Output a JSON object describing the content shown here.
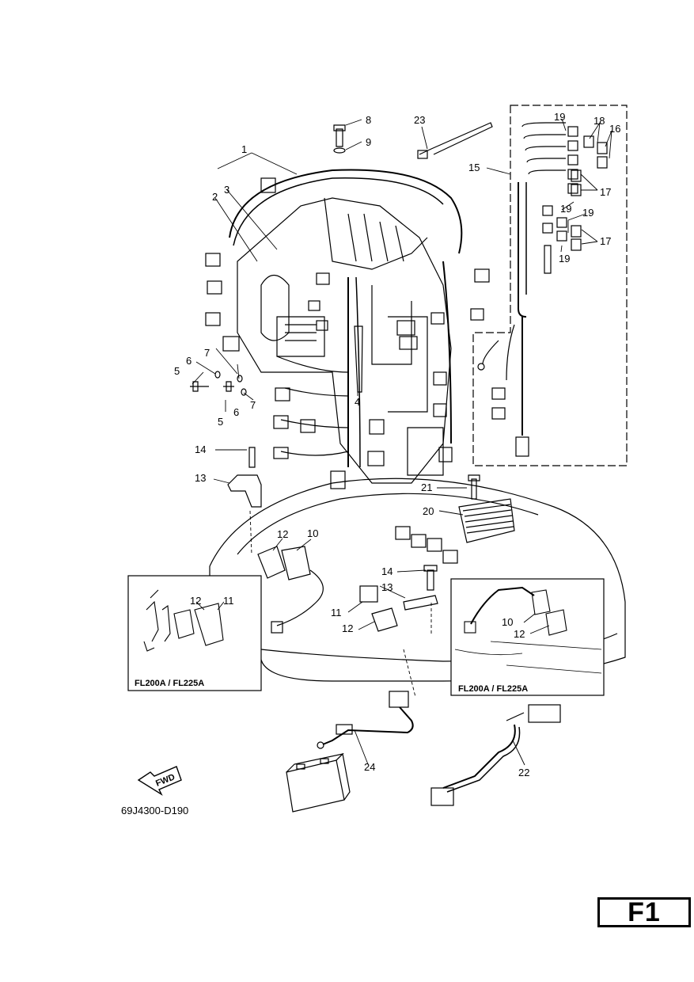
{
  "diagram": {
    "part_callouts": [
      {
        "id": "c1",
        "text": "1"
      },
      {
        "id": "c2",
        "text": "2"
      },
      {
        "id": "c3",
        "text": "3"
      },
      {
        "id": "c4",
        "text": "4"
      },
      {
        "id": "c5a",
        "text": "5"
      },
      {
        "id": "c5b",
        "text": "5"
      },
      {
        "id": "c6a",
        "text": "6"
      },
      {
        "id": "c6b",
        "text": "6"
      },
      {
        "id": "c7a",
        "text": "7"
      },
      {
        "id": "c7b",
        "text": "7"
      },
      {
        "id": "c8",
        "text": "8"
      },
      {
        "id": "c9",
        "text": "9"
      },
      {
        "id": "c10a",
        "text": "10"
      },
      {
        "id": "c10b",
        "text": "10"
      },
      {
        "id": "c11a",
        "text": "11"
      },
      {
        "id": "c11b",
        "text": "11"
      },
      {
        "id": "c12a",
        "text": "12"
      },
      {
        "id": "c12b",
        "text": "12"
      },
      {
        "id": "c12c",
        "text": "12"
      },
      {
        "id": "c12d",
        "text": "12"
      },
      {
        "id": "c13a",
        "text": "13"
      },
      {
        "id": "c13b",
        "text": "13"
      },
      {
        "id": "c14a",
        "text": "14"
      },
      {
        "id": "c14b",
        "text": "14"
      },
      {
        "id": "c15",
        "text": "15"
      },
      {
        "id": "c16",
        "text": "16"
      },
      {
        "id": "c17a",
        "text": "17"
      },
      {
        "id": "c17b",
        "text": "17"
      },
      {
        "id": "c18",
        "text": "18"
      },
      {
        "id": "c19a",
        "text": "19"
      },
      {
        "id": "c19b",
        "text": "19"
      },
      {
        "id": "c19c",
        "text": "19"
      },
      {
        "id": "c19d",
        "text": "19"
      },
      {
        "id": "c20",
        "text": "20"
      },
      {
        "id": "c21",
        "text": "21"
      },
      {
        "id": "c22",
        "text": "22"
      },
      {
        "id": "c23",
        "text": "23"
      },
      {
        "id": "c24",
        "text": "24"
      }
    ],
    "inset_left_caption": "FL200A / FL225A",
    "inset_right_caption": "FL200A / FL225A",
    "fwd_label": "FWD",
    "drawing_code": "69J4300-D190"
  },
  "page": {
    "section_label": "F1"
  }
}
